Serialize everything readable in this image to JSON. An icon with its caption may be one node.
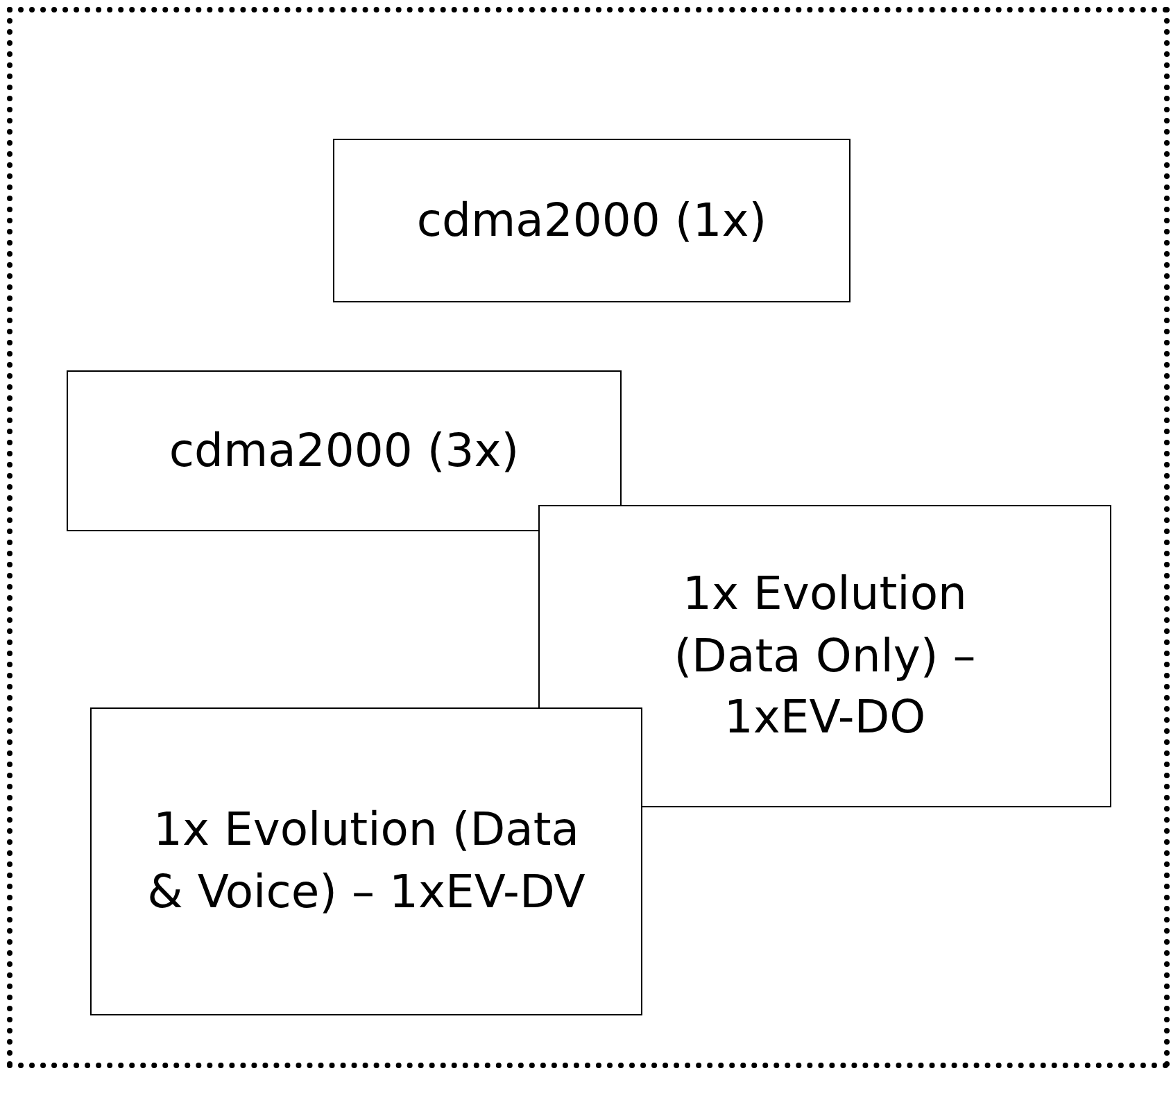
{
  "diagram": {
    "nodes": [
      {
        "text": [],
        "shape": "box"
      },
      {
        "text": [
          "cdma2000 (1x)"
        ],
        "in": 0
      },
      {
        "text": [
          "cdma2000 (3x)"
        ],
        "in": 0
      },
      {
        "text": [
          "1x Evolution (Data Only) – 1xEV-DO"
        ],
        "in": 0
      },
      {
        "text": [
          "1x Evolution (Data & Voice) – 1xEV-DV"
        ],
        "in": 0
      }
    ]
  }
}
